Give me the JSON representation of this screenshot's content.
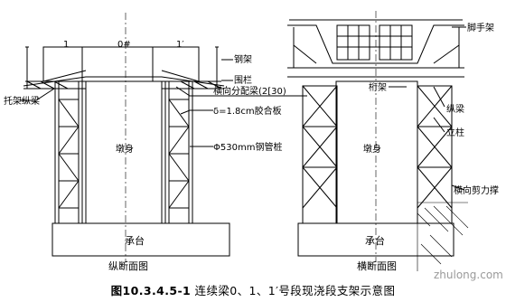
{
  "caption": {
    "number": "图10.3.4.5-1",
    "title": "连续梁0、1、1′号段现浇段支架示意图"
  },
  "watermark": "zhulong.com",
  "longitudinal": {
    "title": "纵断面图",
    "segments": [
      "1",
      "0#",
      "1′"
    ],
    "pier": "墩身",
    "cap": "承台",
    "labels": {
      "steel_frame": "钢架",
      "railing": "围栏",
      "bracket_beam": "托架纵梁",
      "cross_beam": "横向分配梁(2[30)",
      "plywood": "δ=1.8cm胶合板",
      "steel_pile": "Φ530mm钢管桩"
    }
  },
  "cross_section": {
    "title": "横断面图",
    "pier": "墩身",
    "cap": "承台",
    "labels": {
      "scaffold": "脚手架",
      "truss_beam": "桁架",
      "longitudinal_beam": "纵梁",
      "column": "立柱",
      "cross_brace": "横向剪力撑"
    }
  }
}
